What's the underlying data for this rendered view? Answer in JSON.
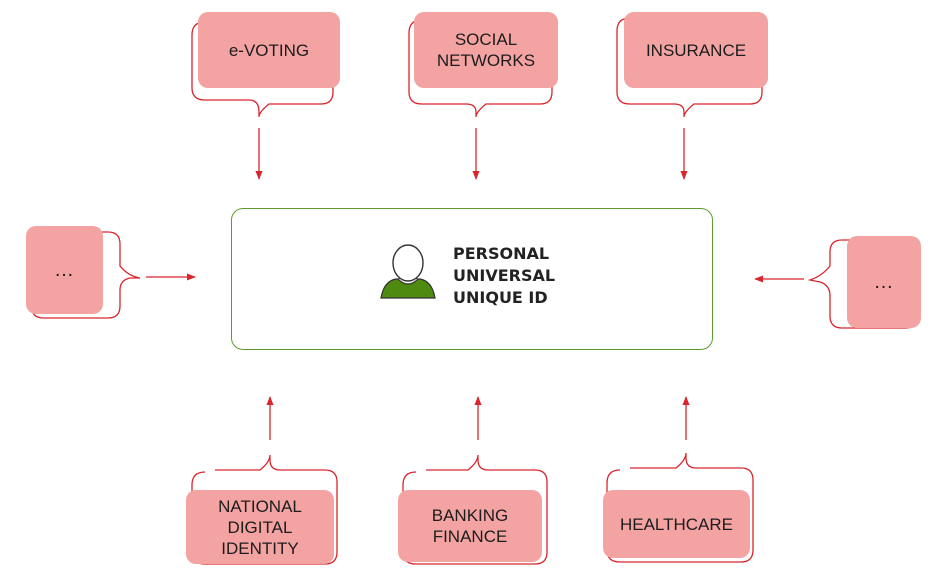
{
  "center": {
    "label": "PERSONAL\nUNIVERSAL\nUNIQUE ID",
    "icon": "person-icon",
    "border_color": "#5f9b2c",
    "icon_color": "#4f8a10"
  },
  "nodes": {
    "evoting": {
      "label": "e-VOTING"
    },
    "social": {
      "label": "SOCIAL\nNETWORKS"
    },
    "insurance": {
      "label": "INSURANCE"
    },
    "left": {
      "label": "…"
    },
    "right": {
      "label": "…"
    },
    "national": {
      "label": "NATIONAL\nDIGITAL\nIDENTITY"
    },
    "banking": {
      "label": "BANKING\nFINANCE"
    },
    "healthcare": {
      "label": "HEALTHCARE"
    }
  },
  "colors": {
    "node_fill": "#f4a3a3",
    "node_outline": "#d9262c",
    "arrow": "#d9262c"
  }
}
